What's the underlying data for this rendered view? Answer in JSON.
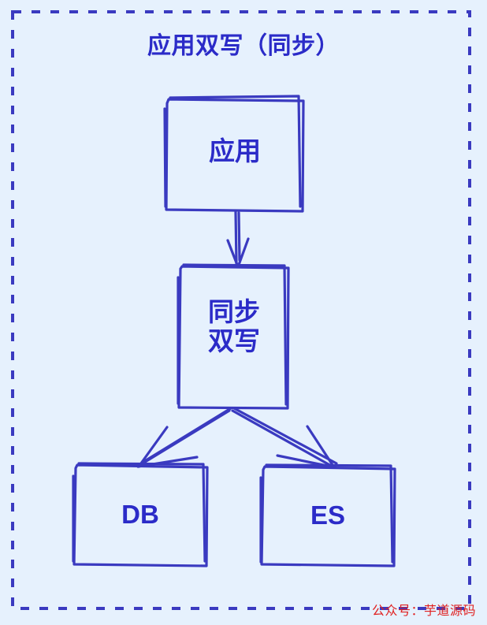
{
  "diagram": {
    "title": "应用双写（同步）",
    "background_color": "#e6f1fd",
    "stroke_color": "#3a3ac0",
    "text_color": "#2b2bc8",
    "border": {
      "style": "dashed",
      "color": "#3a3ac0",
      "name": "outer-dashed-frame"
    },
    "nodes": [
      {
        "id": "app",
        "label": "应用",
        "shape": "rectangle",
        "sketch_style": "hand-drawn"
      },
      {
        "id": "sync-dual-write",
        "label": "同步\n双写",
        "label_line1": "同步",
        "label_line2": "双写",
        "shape": "rectangle",
        "sketch_style": "hand-drawn"
      },
      {
        "id": "db",
        "label": "DB",
        "shape": "rectangle",
        "sketch_style": "hand-drawn"
      },
      {
        "id": "es",
        "label": "ES",
        "shape": "rectangle",
        "sketch_style": "hand-drawn"
      }
    ],
    "edges": [
      {
        "id": "app-to-sync",
        "from": "app",
        "to": "sync-dual-write",
        "direction": "down",
        "arrowhead": true
      },
      {
        "id": "sync-to-db",
        "from": "sync-dual-write",
        "to": "db",
        "direction": "down-left",
        "arrowhead": true
      },
      {
        "id": "sync-to-es",
        "from": "sync-dual-write",
        "to": "es",
        "direction": "down-right",
        "arrowhead": true
      }
    ]
  },
  "watermark": {
    "text": "公众号：芋道源码",
    "color": "#e02020"
  }
}
